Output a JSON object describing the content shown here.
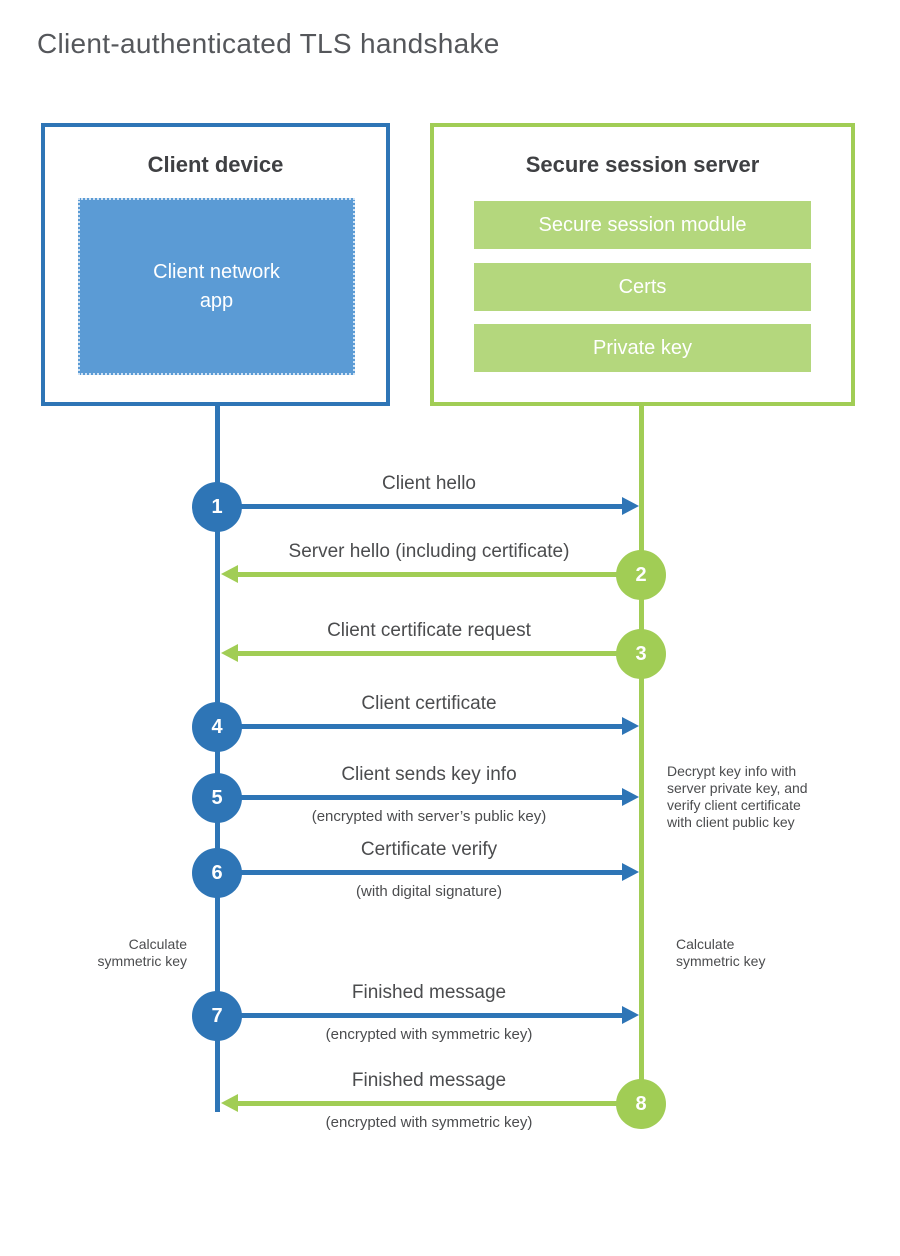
{
  "title": "Client-authenticated TLS handshake",
  "colors": {
    "blue": "#2e75b6",
    "blue_light": "#5b9bd5",
    "green": "#a1cd55",
    "green_light": "#b4d77d",
    "label_text": "#4b4c4e",
    "heading_text": "#3f4043",
    "title_text": "#55575b"
  },
  "client_box": {
    "title": "Client device",
    "app_label": "Client network\napp"
  },
  "server_box": {
    "title": "Secure session server",
    "modules": {
      "module1": "Secure session module",
      "module2": "Certs",
      "module3": "Private key"
    }
  },
  "steps": [
    {
      "number": "1",
      "direction": "right",
      "from": "client",
      "to": "server",
      "label": "Client hello"
    },
    {
      "number": "2",
      "direction": "left",
      "from": "server",
      "to": "client",
      "label": "Server hello (including certificate)"
    },
    {
      "number": "3",
      "direction": "left",
      "from": "server",
      "to": "client",
      "label": "Client certificate request"
    },
    {
      "number": "4",
      "direction": "right",
      "from": "client",
      "to": "server",
      "label": "Client certificate"
    },
    {
      "number": "5",
      "direction": "right",
      "from": "client",
      "to": "server",
      "label": "Client sends key info",
      "sublabel": "(encrypted with server’s public key)"
    },
    {
      "number": "6",
      "direction": "right",
      "from": "client",
      "to": "server",
      "label": "Certificate verify",
      "sublabel": "(with digital signature)"
    },
    {
      "number": "7",
      "direction": "right",
      "from": "client",
      "to": "server",
      "label": "Finished message",
      "sublabel": "(encrypted with symmetric key)"
    },
    {
      "number": "8",
      "direction": "left",
      "from": "server",
      "to": "client",
      "label": "Finished message",
      "sublabel": "(encrypted with symmetric key)"
    }
  ],
  "annotations": {
    "server_note": "Decrypt key info with\nserver private key, and\nverify client certificate\nwith client public key",
    "client_calc": "Calculate\nsymmetric key",
    "server_calc": "Calculate\nsymmetric key"
  }
}
